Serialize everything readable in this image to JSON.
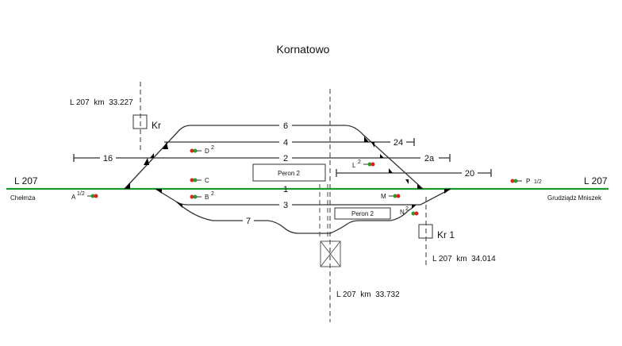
{
  "title": "Kornatowo",
  "line_left": "L 207",
  "line_right": "L 207",
  "dest_left": "Chełmża",
  "dest_right": "Grudziądz Mniszek",
  "km_marks": [
    "L 207  km  33.227",
    "L 207  km  33.732",
    "L 207  km  34.014"
  ],
  "posts": [
    "Kr",
    "Kr 1"
  ],
  "tracks": [
    "6",
    "4",
    "2",
    "1",
    "3",
    "7",
    "16",
    "24",
    "2a",
    "20"
  ],
  "platforms": [
    "Peron 2",
    "Peron 2"
  ],
  "signals": [
    {
      "name": "A",
      "sup": "1/2"
    },
    {
      "name": "D",
      "sup": "2"
    },
    {
      "name": "C",
      "sup": ""
    },
    {
      "name": "B",
      "sup": "2"
    },
    {
      "name": "L",
      "sup": "2"
    },
    {
      "name": "M",
      "sup": ""
    },
    {
      "name": "N",
      "sup": "2"
    },
    {
      "name": "P",
      "sup": "1/2"
    }
  ],
  "colors": {
    "main_line": "#1a9a2a",
    "signal_red": "#e02020",
    "signal_green": "#2a9a2a"
  }
}
